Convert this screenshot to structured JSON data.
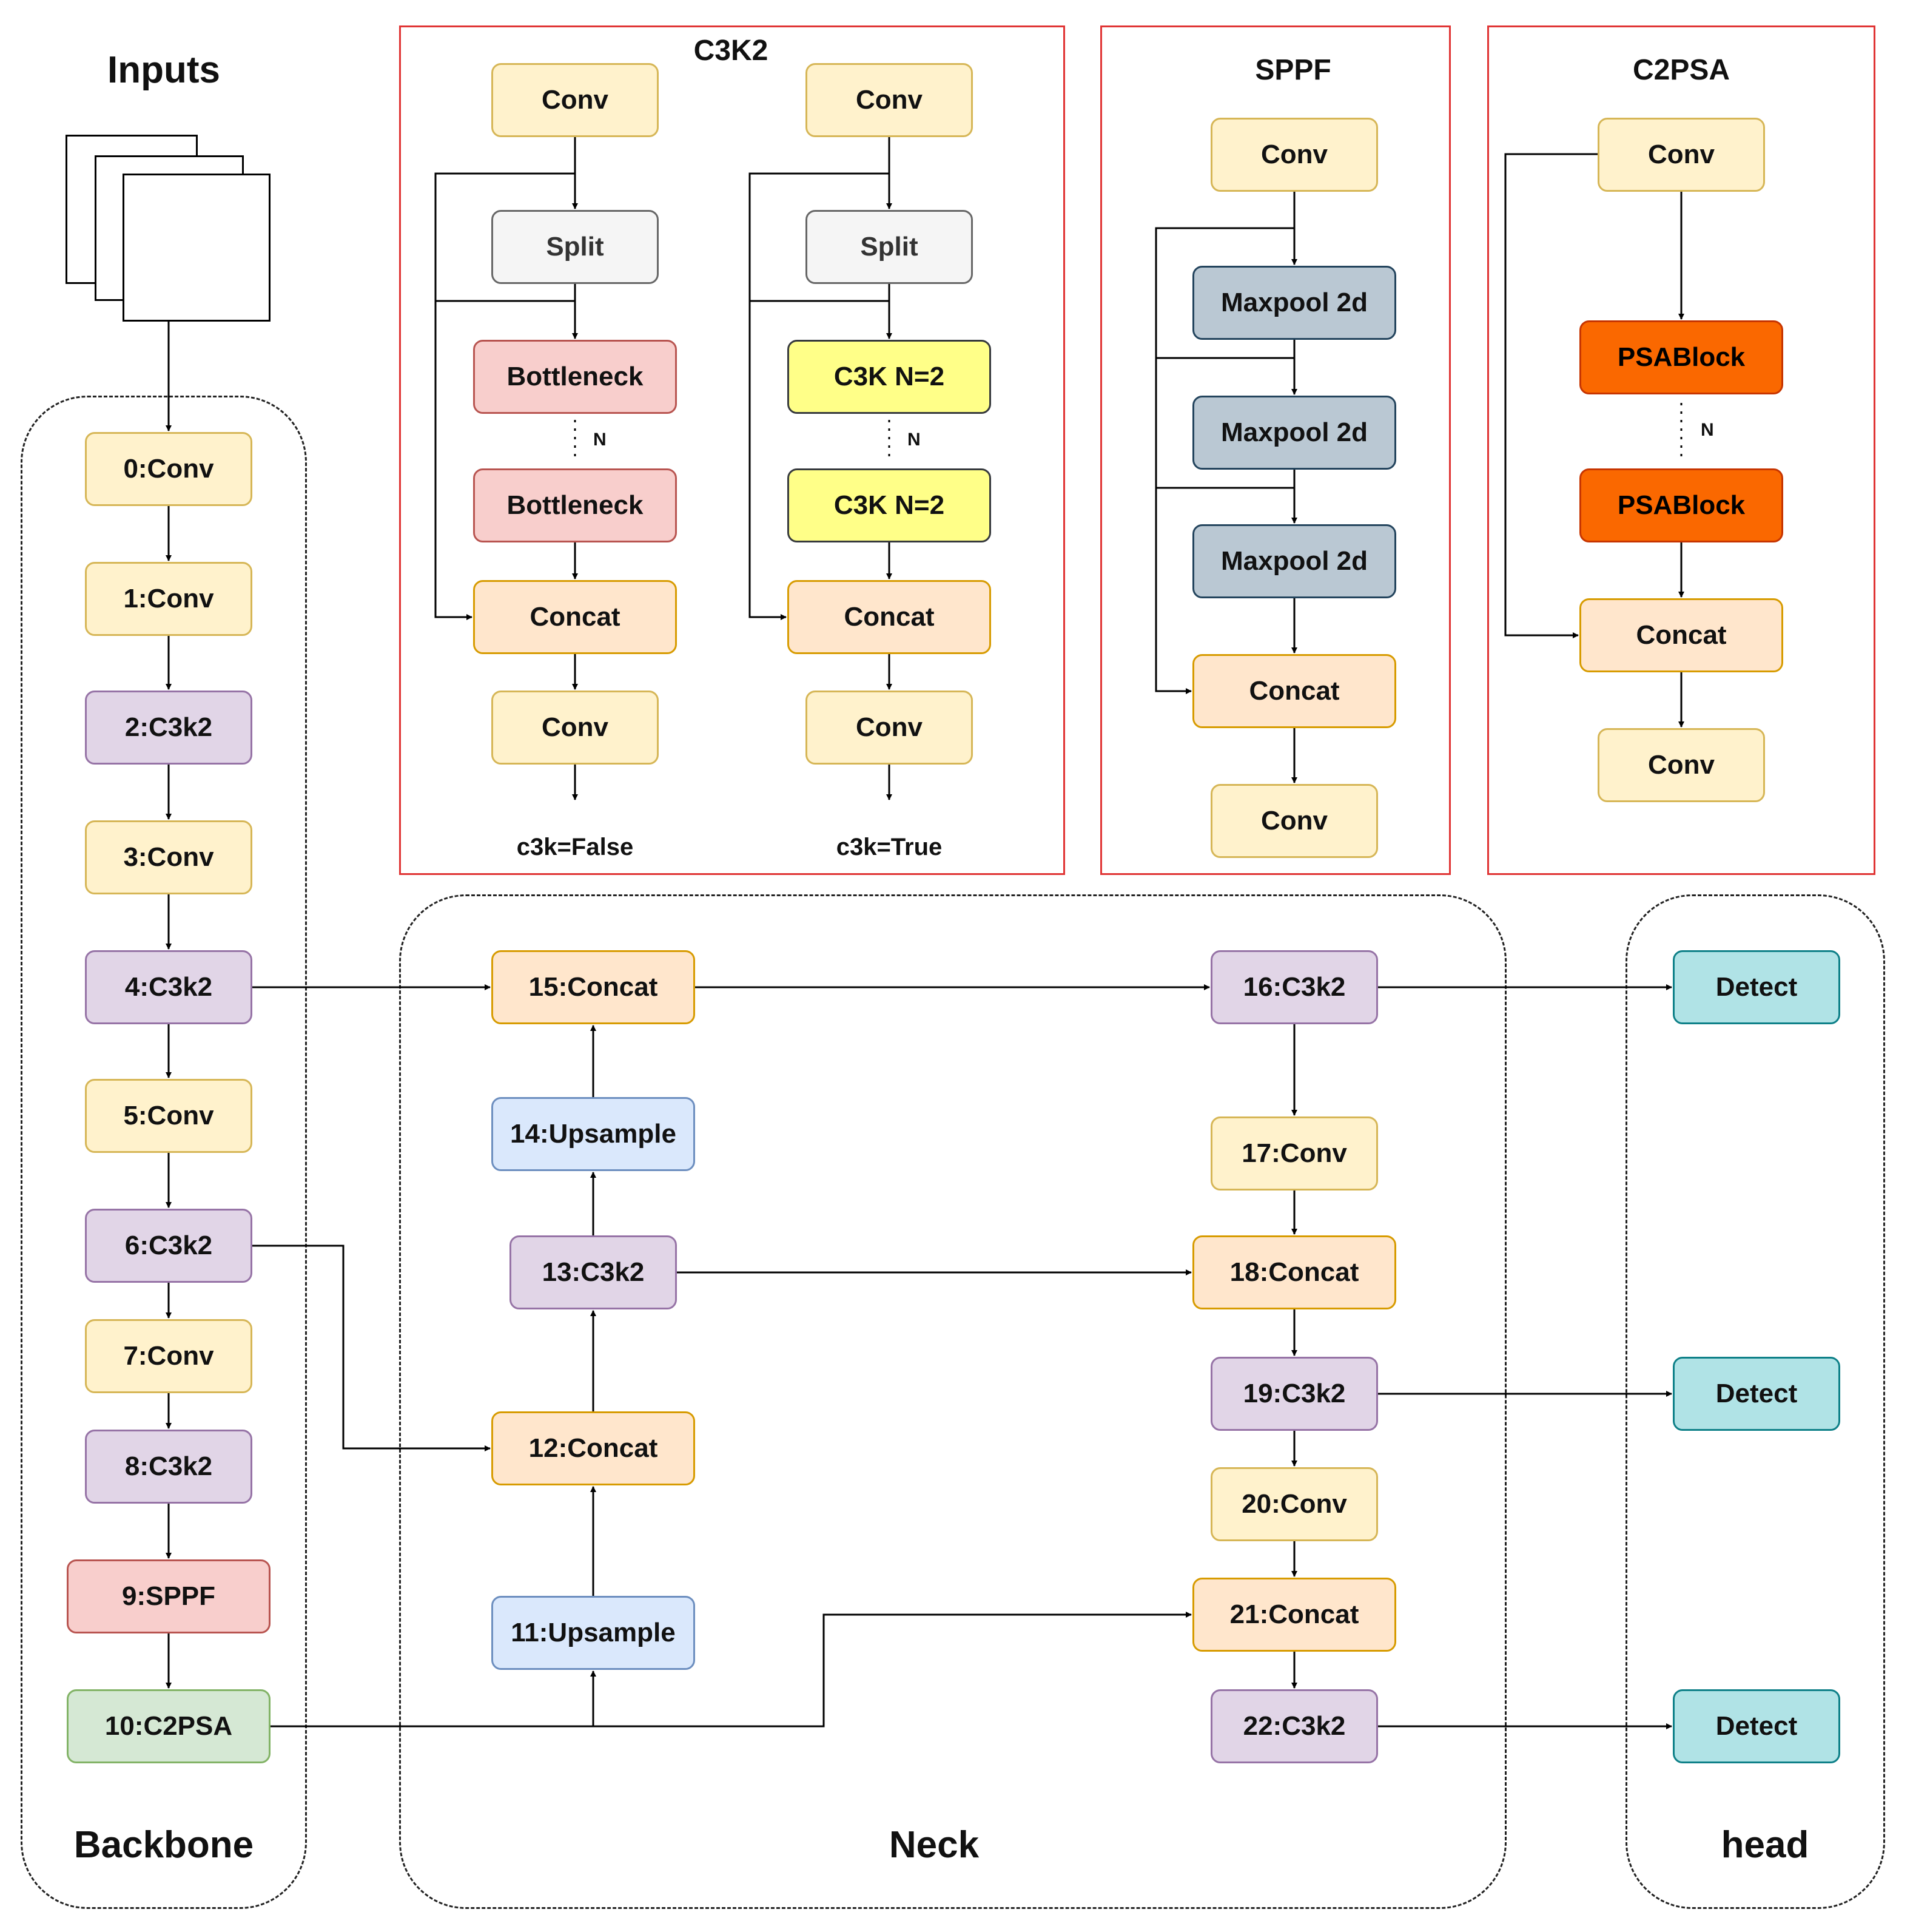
{
  "sections": {
    "inputs": "Inputs",
    "backbone": "Backbone",
    "neck": "Neck",
    "head": "head",
    "c3k2": "C3K2",
    "sppf": "SPPF",
    "c2psa": "C2PSA"
  },
  "backbone": [
    "0:Conv",
    "1:Conv",
    "2:C3k2",
    "3:Conv",
    "4:C3k2",
    "5:Conv",
    "6:C3k2",
    "7:Conv",
    "8:C3k2",
    "9:SPPF",
    "10:C2PSA"
  ],
  "neck": {
    "n11": "11:Upsample",
    "n12": "12:Concat",
    "n13": "13:C3k2",
    "n14": "14:Upsample",
    "n15": "15:Concat",
    "n16": "16:C3k2",
    "n17": "17:Conv",
    "n18": "18:Concat",
    "n19": "19:C3k2",
    "n20": "20:Conv",
    "n21": "21:Concat",
    "n22": "22:C3k2"
  },
  "head": [
    "Detect",
    "Detect",
    "Detect"
  ],
  "c3k2_detail": {
    "left": {
      "conv_top": "Conv",
      "split": "Split",
      "block1": "Bottleneck",
      "block2": "Bottleneck",
      "concat": "Concat",
      "conv_bottom": "Conv",
      "caption": "c3k=False"
    },
    "right": {
      "conv_top": "Conv",
      "split": "Split",
      "block1": "C3K N=2",
      "block2": "C3K N=2",
      "concat": "Concat",
      "conv_bottom": "Conv",
      "caption": "c3k=True"
    },
    "n_label": "N"
  },
  "sppf_detail": {
    "conv_top": "Conv",
    "pools": [
      "Maxpool 2d",
      "Maxpool 2d",
      "Maxpool 2d"
    ],
    "concat": "Concat",
    "conv_bottom": "Conv"
  },
  "c2psa_detail": {
    "conv_top": "Conv",
    "block1": "PSABlock",
    "block2": "PSABlock",
    "n_label": "N",
    "concat": "Concat",
    "conv_bottom": "Conv"
  }
}
